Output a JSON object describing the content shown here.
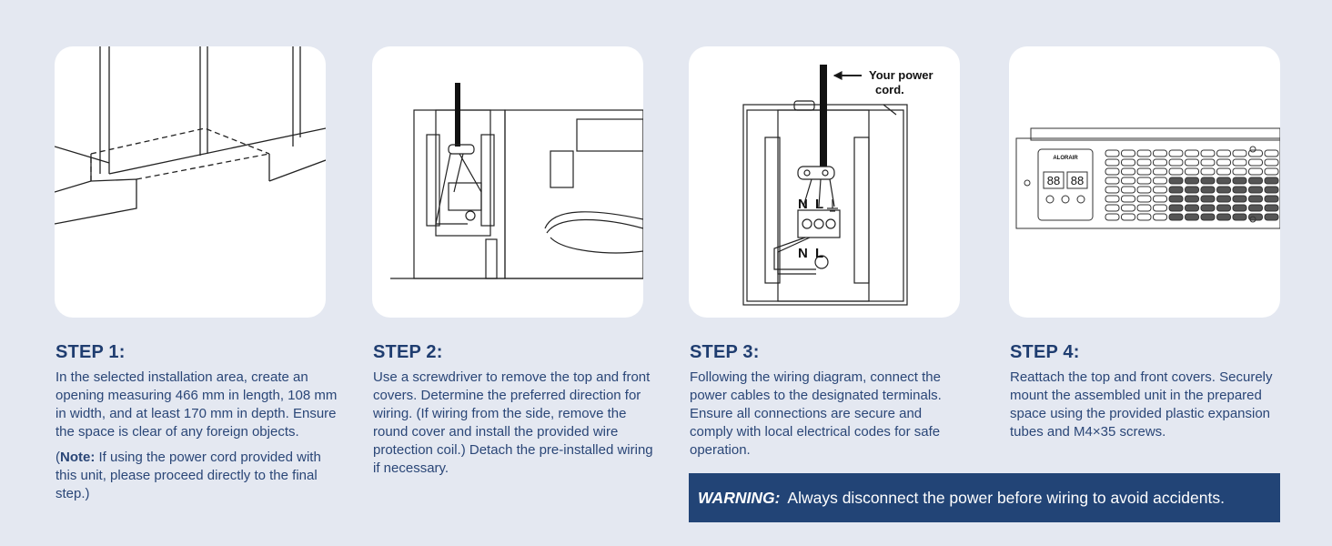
{
  "steps": [
    {
      "title": "STEP 1:",
      "body": "In the selected installation area, create an opening measuring 466 mm in length, 108 mm in width, and at least 170 mm in depth. Ensure the space is clear of any foreign objects.",
      "note_label": "Note:",
      "note_open": "(",
      "note_text": " If using the power cord provided with this unit, please proceed directly to the final step.)"
    },
    {
      "title": "STEP 2:",
      "body": "Use a screwdriver to remove the top and front covers. Determine the preferred direction for wiring. (If wiring from the side, remove the round cover and install the provided wire protection coil.) Detach the pre-installed wiring if necessary."
    },
    {
      "title": "STEP 3:",
      "body": "Following the wiring diagram, connect the power cables to the designated terminals. Ensure all connections are secure and comply with local electrical codes for safe operation."
    },
    {
      "title": "STEP 4:",
      "body": "Reattach the top and front covers. Securely mount the assembled unit in the prepared space using the provided plastic expansion tubes and M4×35 screws."
    }
  ],
  "diagram3": {
    "callout_line1": "Your power",
    "callout_line2": "cord.",
    "terminal_n": "N",
    "terminal_l": "L"
  },
  "diagram4": {
    "brand": "ALORAIR",
    "display_left": "88",
    "display_right": "88"
  },
  "warning": {
    "label": "WARNING:",
    "text": "Always disconnect the power before wiring to avoid accidents."
  },
  "colors": {
    "background": "#e4e8f1",
    "text": "#1f3d70",
    "warning_bg": "#224476"
  }
}
